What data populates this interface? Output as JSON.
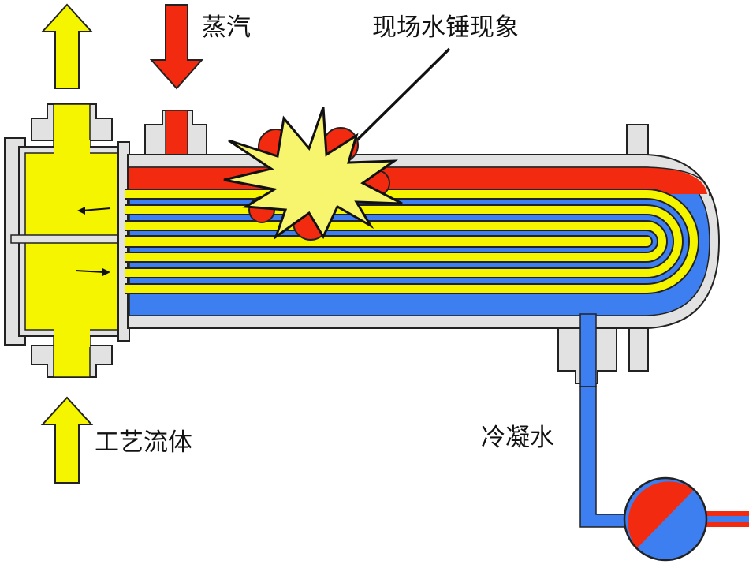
{
  "labels": {
    "steam": "蒸汽",
    "water_hammer": "现场水锤现象",
    "process_fluid": "工艺流体",
    "condensate": "冷凝水"
  },
  "colors": {
    "steam": "#f22a10",
    "condensate": "#3d7ff0",
    "process_fluid": "#f5f500",
    "shell": "#e2e2e2",
    "outline": "#222222",
    "explosion": "#f7f56e"
  },
  "icons": [
    "arrow-up-icon",
    "arrow-down-icon",
    "arrow-left-icon",
    "arrow-right-icon",
    "explosion-icon",
    "steam-trap-icon"
  ]
}
